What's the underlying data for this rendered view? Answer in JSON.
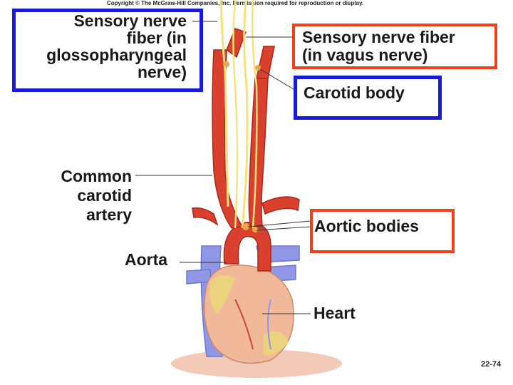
{
  "copyright": "Copyright © The McGraw-Hill Companies, Inc. Permission required for reproduction or display.",
  "labels": {
    "glossopharyngeal": [
      "Sensory nerve",
      "fiber  (in",
      "glossopharyngeal",
      "nerve)"
    ],
    "vagus": [
      "Sensory nerve fiber",
      "(in vagus nerve)"
    ],
    "carotid_body": "Carotid body",
    "common_carotid": [
      "Common",
      "carotid",
      "artery"
    ],
    "aortic_bodies": "Aortic bodies",
    "aorta": "Aorta",
    "heart": "Heart"
  },
  "page_number": "22-74",
  "colors": {
    "highlight_blue": "#1a1adb",
    "highlight_red": "#f0401a",
    "artery": "#d9412e",
    "nerve": "#f5e27a",
    "vein": "#8f97e6",
    "heart": "#f1b89a",
    "fat": "#ead67a"
  }
}
